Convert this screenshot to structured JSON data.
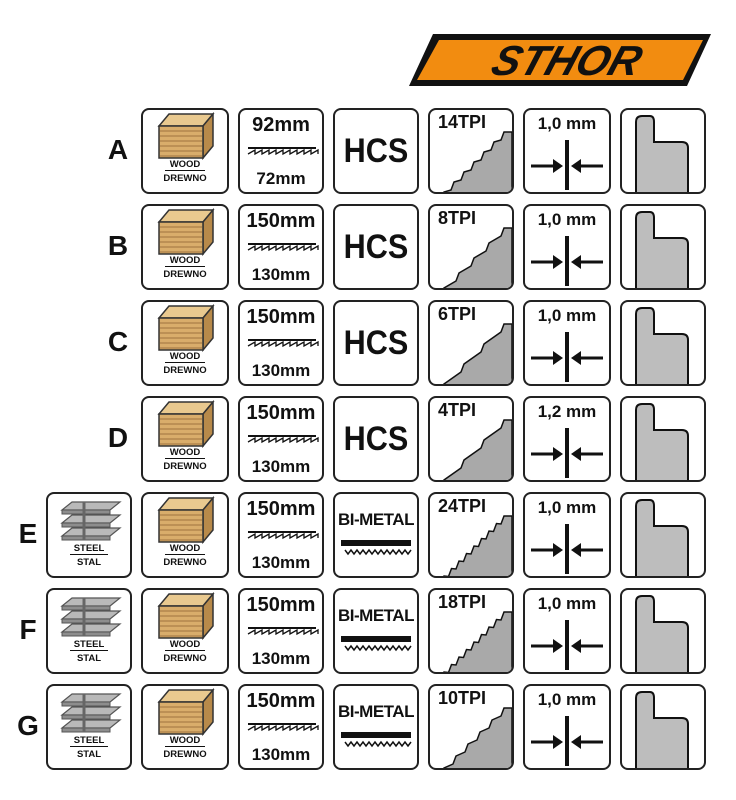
{
  "brand": {
    "name": "STHOR",
    "color": "#f28c10"
  },
  "colors": {
    "wood_light": "#e9c98f",
    "wood_dark": "#b88a4a",
    "steel": "#b9b9b9",
    "blade": "#a9a9a9"
  },
  "rows": [
    {
      "letter": "A",
      "steel": false,
      "length_top": "92mm",
      "length_bottom": "72mm",
      "material": "HCS",
      "tpi": "14TPI",
      "thickness": "1,0 mm"
    },
    {
      "letter": "B",
      "steel": false,
      "length_top": "150mm",
      "length_bottom": "130mm",
      "material": "HCS",
      "tpi": "8TPI",
      "thickness": "1,0 mm"
    },
    {
      "letter": "C",
      "steel": false,
      "length_top": "150mm",
      "length_bottom": "130mm",
      "material": "HCS",
      "tpi": "6TPI",
      "thickness": "1,0 mm"
    },
    {
      "letter": "D",
      "steel": false,
      "length_top": "150mm",
      "length_bottom": "130mm",
      "material": "HCS",
      "tpi": "4TPI",
      "thickness": "1,2 mm"
    },
    {
      "letter": "E",
      "steel": true,
      "length_top": "150mm",
      "length_bottom": "130mm",
      "material": "BI-METAL",
      "tpi": "24TPI",
      "thickness": "1,0 mm"
    },
    {
      "letter": "F",
      "steel": true,
      "length_top": "150mm",
      "length_bottom": "130mm",
      "material": "BI-METAL",
      "tpi": "18TPI",
      "thickness": "1,0 mm"
    },
    {
      "letter": "G",
      "steel": true,
      "length_top": "150mm",
      "length_bottom": "130mm",
      "material": "BI-METAL",
      "tpi": "10TPI",
      "thickness": "1,0 mm"
    }
  ],
  "labels": {
    "wood_en": "WOOD",
    "wood_pl": "DREWNO",
    "steel_en": "STEEL",
    "steel_pl": "STAL"
  }
}
